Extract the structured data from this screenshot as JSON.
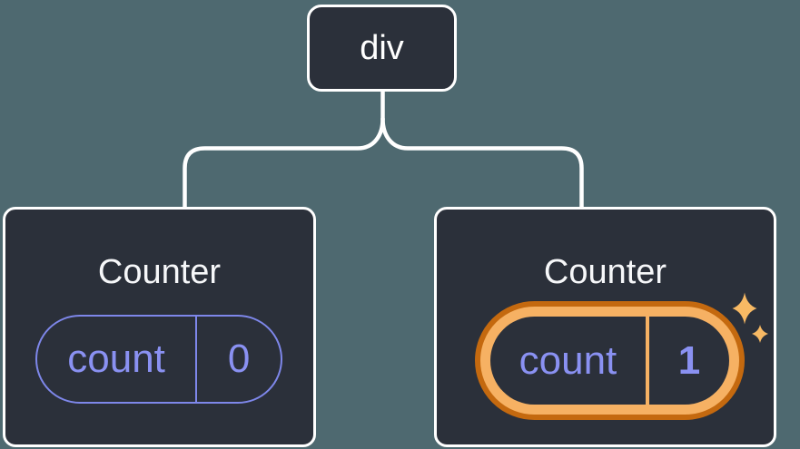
{
  "diagram": {
    "kind": "component-tree",
    "root": {
      "label": "div"
    },
    "children": [
      {
        "title": "Counter",
        "state_key": "count",
        "state_value": "0",
        "highlighted": false
      },
      {
        "title": "Counter",
        "state_key": "count",
        "state_value": "1",
        "highlighted": true
      }
    ],
    "highlight_icon": "sparkles-icon"
  },
  "colors": {
    "background": "#4E6970",
    "card_background": "#2B303A",
    "card_border": "#FFFFFF",
    "connector": "#FFFFFF",
    "title_text": "#F6F7F9",
    "state_text": "#8A91F2",
    "state_stroke": "#7E87EA",
    "highlight_ring_outer": "#C4690F",
    "highlight_ring_inner": "#F6B163",
    "sparkle": "#F7B964"
  }
}
